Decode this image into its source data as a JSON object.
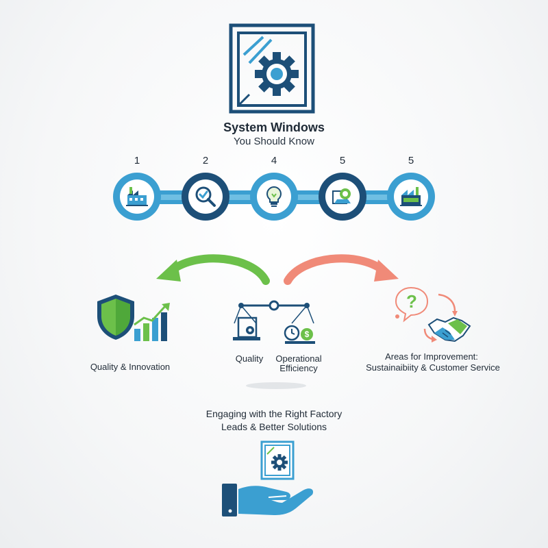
{
  "header": {
    "title": "System Windows",
    "subtitle": "You Should Know"
  },
  "steps": [
    {
      "number": "1",
      "icon": "factory-icon"
    },
    {
      "number": "2",
      "icon": "magnifier-check-icon"
    },
    {
      "number": "4",
      "icon": "lightbulb-icon"
    },
    {
      "number": "5",
      "icon": "gear-window-icon"
    },
    {
      "number": "5",
      "icon": "factory-icon"
    }
  ],
  "left_branch": {
    "label": "Quality & Innovation",
    "icons": [
      "shield-icon",
      "growth-chart-icon"
    ]
  },
  "center_branch": {
    "quality_label": "Quality",
    "efficiency_label_line1": "Operational",
    "efficiency_label_line2": "Efficiency",
    "icons": [
      "balance-scale-icon"
    ]
  },
  "right_branch": {
    "label_line1": "Areas for Improvement:",
    "label_line2": "Sustainaibiity & Customer Service",
    "icons": [
      "question-bubble-icon",
      "handshake-icon"
    ]
  },
  "footer": {
    "line1": "Engaging with the Right Factory",
    "line2": "Leads & Better Solutions"
  },
  "colors": {
    "navy": "#1d4f78",
    "blue": "#3b9fd1",
    "green": "#6cc04a",
    "coral": "#f08a78"
  }
}
